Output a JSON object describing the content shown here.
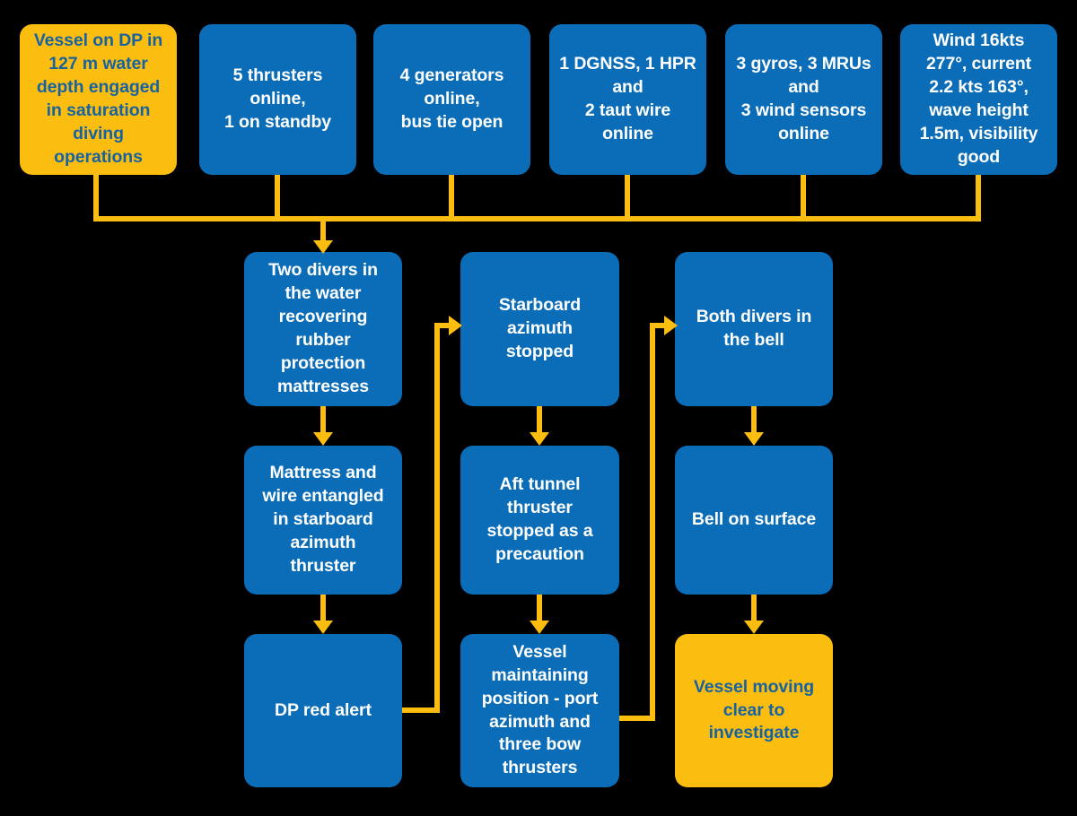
{
  "diagram": {
    "title": "DP diving incident sequence flowchart",
    "colors": {
      "background": "#000000",
      "primary_blue": "#0B6CB7",
      "accent_yellow": "#FBBE10",
      "blue_text": "#18639F",
      "white_text": "#FFFFFF"
    },
    "top_row": [
      {
        "id": "initial-state",
        "style": "yellow",
        "text": "Vessel on DP in\n127 m water\ndepth engaged\nin saturation\ndiving\noperations"
      },
      {
        "id": "thrusters",
        "style": "blue",
        "text": "5 thrusters\nonline,\n1 on standby"
      },
      {
        "id": "generators",
        "style": "blue",
        "text": "4 generators\nonline,\nbus tie open"
      },
      {
        "id": "position-references",
        "style": "blue",
        "text": "1 DGNSS, 1 HPR\nand\n2 taut wire\nonline"
      },
      {
        "id": "sensors",
        "style": "blue",
        "text": "3 gyros, 3 MRUs\nand\n3 wind sensors\nonline"
      },
      {
        "id": "environment",
        "style": "blue",
        "text": "Wind 16kts\n277°, current\n2.2 kts 163°,\nwave height\n1.5m, visibility\ngood"
      }
    ],
    "sequence": [
      {
        "id": "divers-in-water",
        "style": "blue",
        "text": "Two divers in\nthe water\nrecovering\nrubber\nprotection\nmattresses"
      },
      {
        "id": "starboard-azimuth-stopped",
        "style": "blue",
        "text": "Starboard\nazimuth\nstopped"
      },
      {
        "id": "both-divers-in-bell",
        "style": "blue",
        "text": "Both divers in\nthe bell"
      },
      {
        "id": "mattress-entangled",
        "style": "blue",
        "text": "Mattress and\nwire entangled\nin starboard\nazimuth\nthruster"
      },
      {
        "id": "aft-tunnel-thruster-stopped",
        "style": "blue",
        "text": "Aft tunnel\nthruster\nstopped as a\nprecaution"
      },
      {
        "id": "bell-on-surface",
        "style": "blue",
        "text": "Bell on surface"
      },
      {
        "id": "dp-red-alert",
        "style": "blue",
        "text": "DP red alert"
      },
      {
        "id": "vessel-maintaining-position",
        "style": "blue",
        "text": "Vessel\nmaintaining\nposition - port\nazimuth and\nthree bow\nthrusters"
      },
      {
        "id": "vessel-moving-clear",
        "style": "yellow",
        "text": "Vessel moving\nclear to\ninvestigate"
      }
    ]
  }
}
